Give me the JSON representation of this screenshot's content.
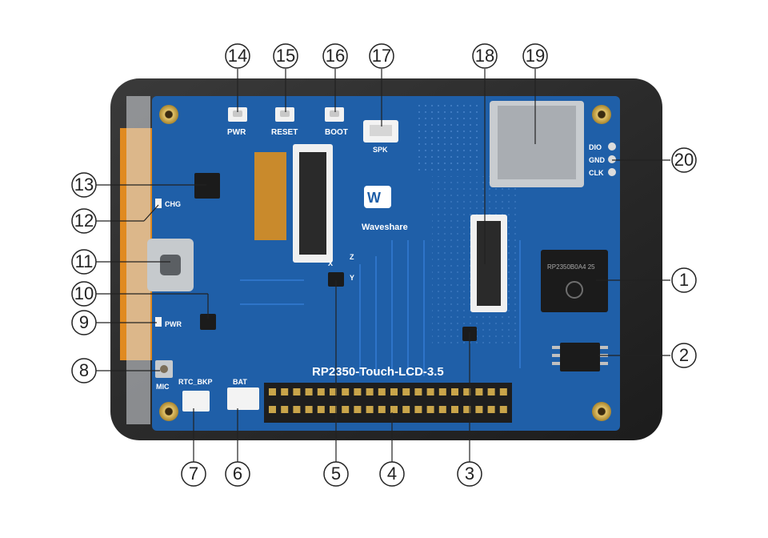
{
  "board": {
    "title": "RP2350-Touch-LCD-3.5",
    "brand": "Waveshare",
    "silkscreen": {
      "pwr_top": "PWR",
      "reset": "RESET",
      "boot": "BOOT",
      "spk": "SPK",
      "chg": "CHG",
      "pwr_side": "PWR",
      "mic": "MIC",
      "rtc_bkp": "RTC_BKP",
      "bat": "BAT",
      "dio": "DIO",
      "gnd": "GND",
      "clk": "CLK",
      "chip_text": "RP2350B0A4 25",
      "axis_x": "X",
      "axis_y": "Y",
      "axis_z": "Z"
    }
  },
  "callouts": [
    {
      "num": "1"
    },
    {
      "num": "2"
    },
    {
      "num": "3"
    },
    {
      "num": "4"
    },
    {
      "num": "5"
    },
    {
      "num": "6"
    },
    {
      "num": "7"
    },
    {
      "num": "8"
    },
    {
      "num": "9"
    },
    {
      "num": "10"
    },
    {
      "num": "11"
    },
    {
      "num": "12"
    },
    {
      "num": "13"
    },
    {
      "num": "14"
    },
    {
      "num": "15"
    },
    {
      "num": "16"
    },
    {
      "num": "17"
    },
    {
      "num": "18"
    },
    {
      "num": "19"
    },
    {
      "num": "20"
    }
  ],
  "colors": {
    "pcb": "#1f5fa8",
    "pcb_trace": "#2a6cc0",
    "bezel": "#2b2b2b",
    "gold": "#c9a54a"
  }
}
